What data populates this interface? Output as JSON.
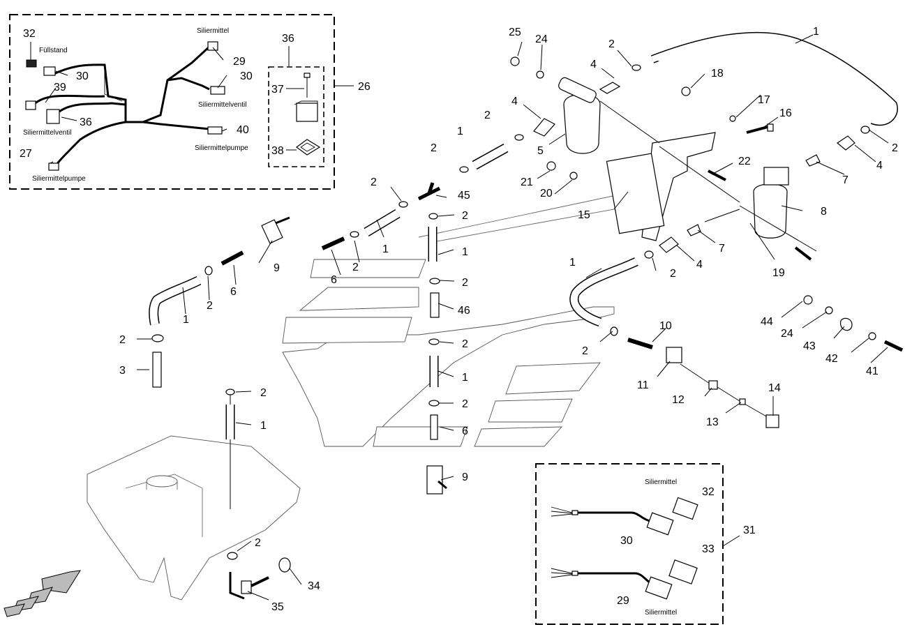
{
  "callouts": {
    "c1a": "1",
    "c1b": "1",
    "c1c": "1",
    "c1d": "1",
    "c1e": "1",
    "c1f": "1",
    "c1g": "1",
    "c1h": "1",
    "c2a": "2",
    "c2b": "2",
    "c2c": "2",
    "c2d": "2",
    "c2e": "2",
    "c2f": "2",
    "c2g": "2",
    "c2h": "2",
    "c2i": "2",
    "c2j": "2",
    "c2k": "2",
    "c2l": "2",
    "c2m": "2",
    "c2n": "2",
    "c2o": "2",
    "c2p": "2",
    "c3": "3",
    "c4a": "4",
    "c4b": "4",
    "c4c": "4",
    "c4d": "4",
    "c5": "5",
    "c6a": "6",
    "c6b": "6",
    "c6c": "6",
    "c7a": "7",
    "c7b": "7",
    "c8": "8",
    "c9a": "9",
    "c9b": "9",
    "c10": "10",
    "c11": "11",
    "c12": "12",
    "c13": "13",
    "c14": "14",
    "c15": "15",
    "c16": "16",
    "c17": "17",
    "c18": "18",
    "c19": "19",
    "c20": "20",
    "c21": "21",
    "c22": "22",
    "c24a": "24",
    "c24b": "24",
    "c25": "25",
    "c26": "26",
    "c27": "27",
    "c29a": "29",
    "c29b": "29",
    "c30a": "30",
    "c30b": "30",
    "c30c": "30",
    "c31": "31",
    "c32a": "32",
    "c32b": "32",
    "c33": "33",
    "c34": "34",
    "c35": "35",
    "c36a": "36",
    "c36b": "36",
    "c37": "37",
    "c38": "38",
    "c39": "39",
    "c40": "40",
    "c41": "41",
    "c42": "42",
    "c43": "43",
    "c44": "44",
    "c45": "45",
    "c46": "46"
  },
  "labels": {
    "fuellstand": "Füllstand",
    "siliermittel_top": "Siliermittel",
    "siliermittelventil_right": "Siliermittelventil",
    "siliermittelventil_left": "Siliermittelventil",
    "siliermittelpumpe_right": "Siliermittelpumpe",
    "siliermittelpumpe_left": "Siliermittelpumpe",
    "siliermittel_inset_top": "Siliermittel",
    "siliermittel_inset_bottom": "Siliermittel"
  }
}
